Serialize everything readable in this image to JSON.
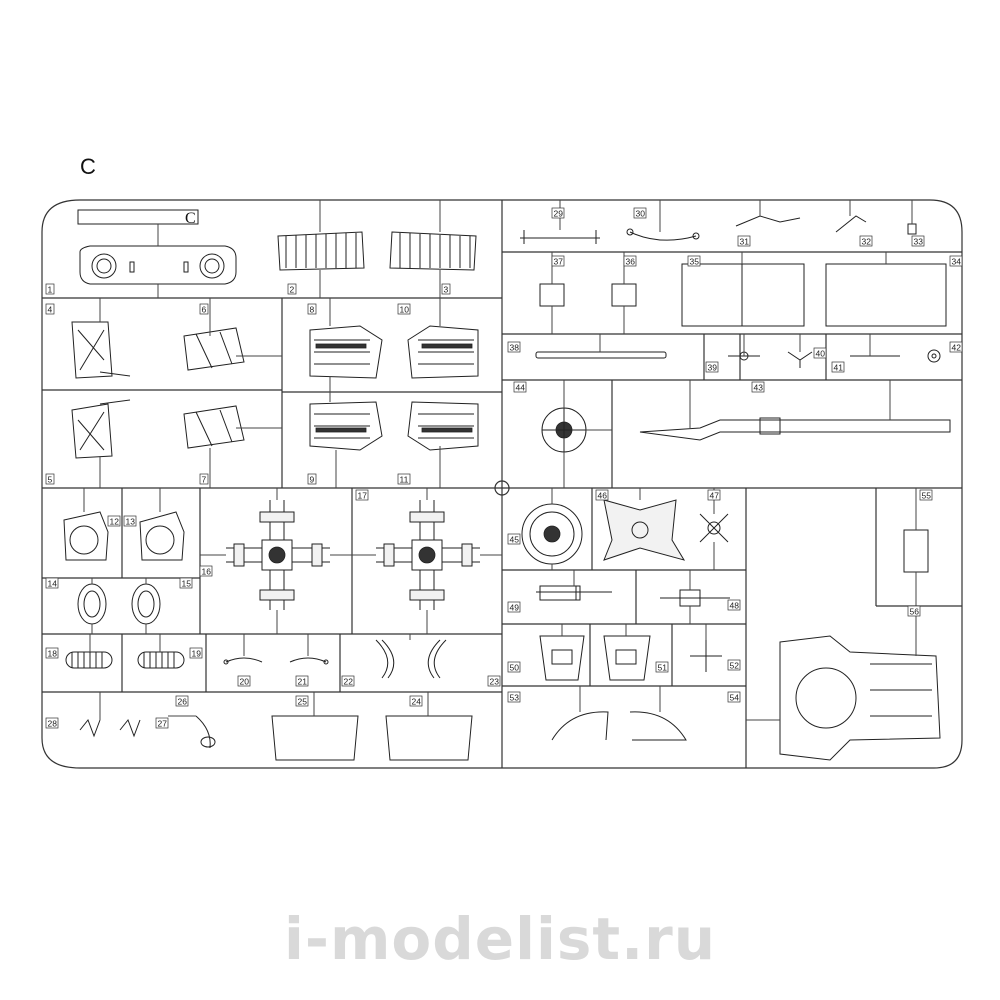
{
  "sprue": {
    "letter": "C",
    "tag_letter": "C",
    "part_numbers": [
      "1",
      "2",
      "3",
      "4",
      "5",
      "6",
      "7",
      "8",
      "9",
      "10",
      "11",
      "12",
      "13",
      "14",
      "15",
      "16",
      "17",
      "18",
      "19",
      "20",
      "21",
      "22",
      "23",
      "24",
      "25",
      "26",
      "27",
      "28",
      "29",
      "30",
      "31",
      "32",
      "33",
      "34",
      "35",
      "36",
      "37",
      "38",
      "39",
      "40",
      "41",
      "42",
      "43",
      "44",
      "45",
      "46",
      "47",
      "48",
      "49",
      "50",
      "51",
      "52",
      "53",
      "54",
      "55",
      "56"
    ]
  },
  "watermark": "i-modelist.ru"
}
